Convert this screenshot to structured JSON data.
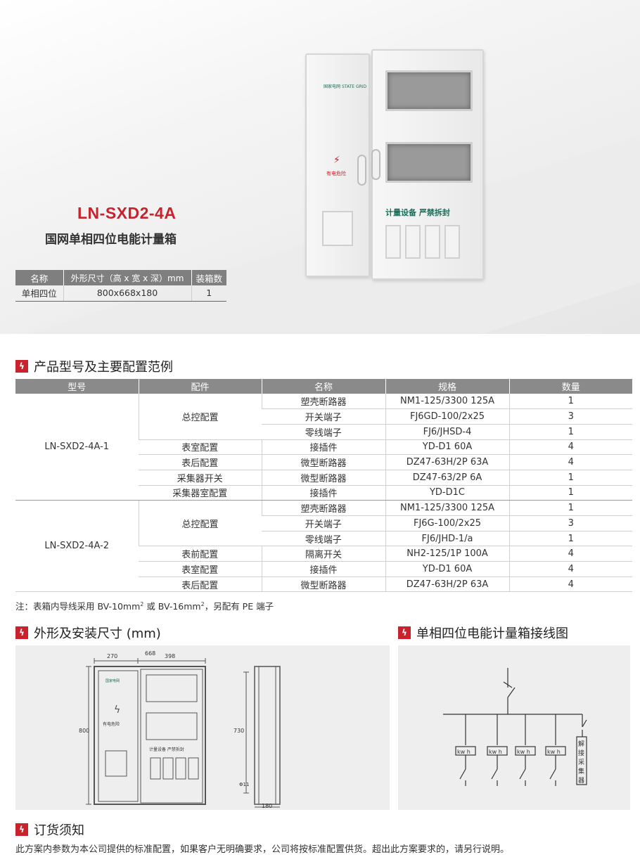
{
  "hero": {
    "model": "LN-SXD2-4A",
    "product_name": "国网单相四位电能计量箱",
    "spec_headers": [
      "名称",
      "外形尺寸（高 x 宽 x 深）mm",
      "装箱数"
    ],
    "spec_row": [
      "单相四位",
      "800x668x180",
      "1"
    ],
    "cabinet": {
      "logo_cn": "国家电网",
      "logo_en": "STATE GRID",
      "danger": "有电危险",
      "label": "计量设备 严禁拆封"
    }
  },
  "section_config": "产品型号及主要配置范例",
  "config_table": {
    "headers": [
      "型号",
      "配件",
      "名称",
      "规格",
      "数量"
    ],
    "groups": [
      {
        "model": "LN-SXD2-4A-1",
        "parts": [
          {
            "part": "总控配置",
            "items": [
              {
                "name": "塑壳断路器",
                "spec": "NM1-125/3300 125A",
                "qty": "1"
              },
              {
                "name": "开关端子",
                "spec": "FJ6GD-100/2x25",
                "qty": "3"
              },
              {
                "name": "零线端子",
                "spec": "FJ6/JHSD-4",
                "qty": "1"
              }
            ]
          },
          {
            "part": "表室配置",
            "items": [
              {
                "name": "接插件",
                "spec": "YD-D1 60A",
                "qty": "4"
              }
            ]
          },
          {
            "part": "表后配置",
            "items": [
              {
                "name": "微型断路器",
                "spec": "DZ47-63H/2P 63A",
                "qty": "4"
              }
            ]
          },
          {
            "part": "采集器开关",
            "items": [
              {
                "name": "微型断路器",
                "spec": "DZ47-63/2P 6A",
                "qty": "1"
              }
            ]
          },
          {
            "part": "采集器室配置",
            "items": [
              {
                "name": "接插件",
                "spec": "YD-D1C",
                "qty": "1"
              }
            ]
          }
        ]
      },
      {
        "model": "LN-SXD2-4A-2",
        "parts": [
          {
            "part": "总控配置",
            "items": [
              {
                "name": "塑壳断路器",
                "spec": "NM1-125/3300 125A",
                "qty": "1"
              },
              {
                "name": "开关端子",
                "spec": "FJ6G-100/2x25",
                "qty": "3"
              },
              {
                "name": "零线端子",
                "spec": "FJ6/JHD-1/a",
                "qty": "1"
              }
            ]
          },
          {
            "part": "表前配置",
            "items": [
              {
                "name": "隔离开关",
                "spec": "NH2-125/1P 100A",
                "qty": "4"
              }
            ]
          },
          {
            "part": "表室配置",
            "items": [
              {
                "name": "接插件",
                "spec": "YD-D1 60A",
                "qty": "4"
              }
            ]
          },
          {
            "part": "表后配置",
            "items": [
              {
                "name": "微型断路器",
                "spec": "DZ47-63H/2P 63A",
                "qty": "4"
              }
            ]
          }
        ]
      }
    ]
  },
  "note": {
    "prefix": "注：表箱内导线采用 BV-10mm",
    "mid": " 或 BV-16mm",
    "suffix": "，另配有 PE 端子",
    "sup": "2"
  },
  "section_dim": "外形及安装尺寸 (mm)",
  "section_wiring": "单相四位电能计量箱接线图",
  "drawing": {
    "w_total": "668",
    "w_left": "270",
    "w_right": "398",
    "height": "800",
    "inner_h": "730",
    "hole": "Φ11",
    "depth": "180",
    "logo": "国家电网",
    "danger": "有电危险",
    "label": "计量设备 严禁拆封"
  },
  "wiring": {
    "meter": "kw h",
    "collector": [
      "解",
      "接",
      "采",
      "集",
      "器"
    ]
  },
  "section_order": "订货须知",
  "order_text": "此方案内参数为本公司提供的标准配置，如果客户无明确要求，公司将按标准配置供货。超出此方案要求的，请另行说明。"
}
